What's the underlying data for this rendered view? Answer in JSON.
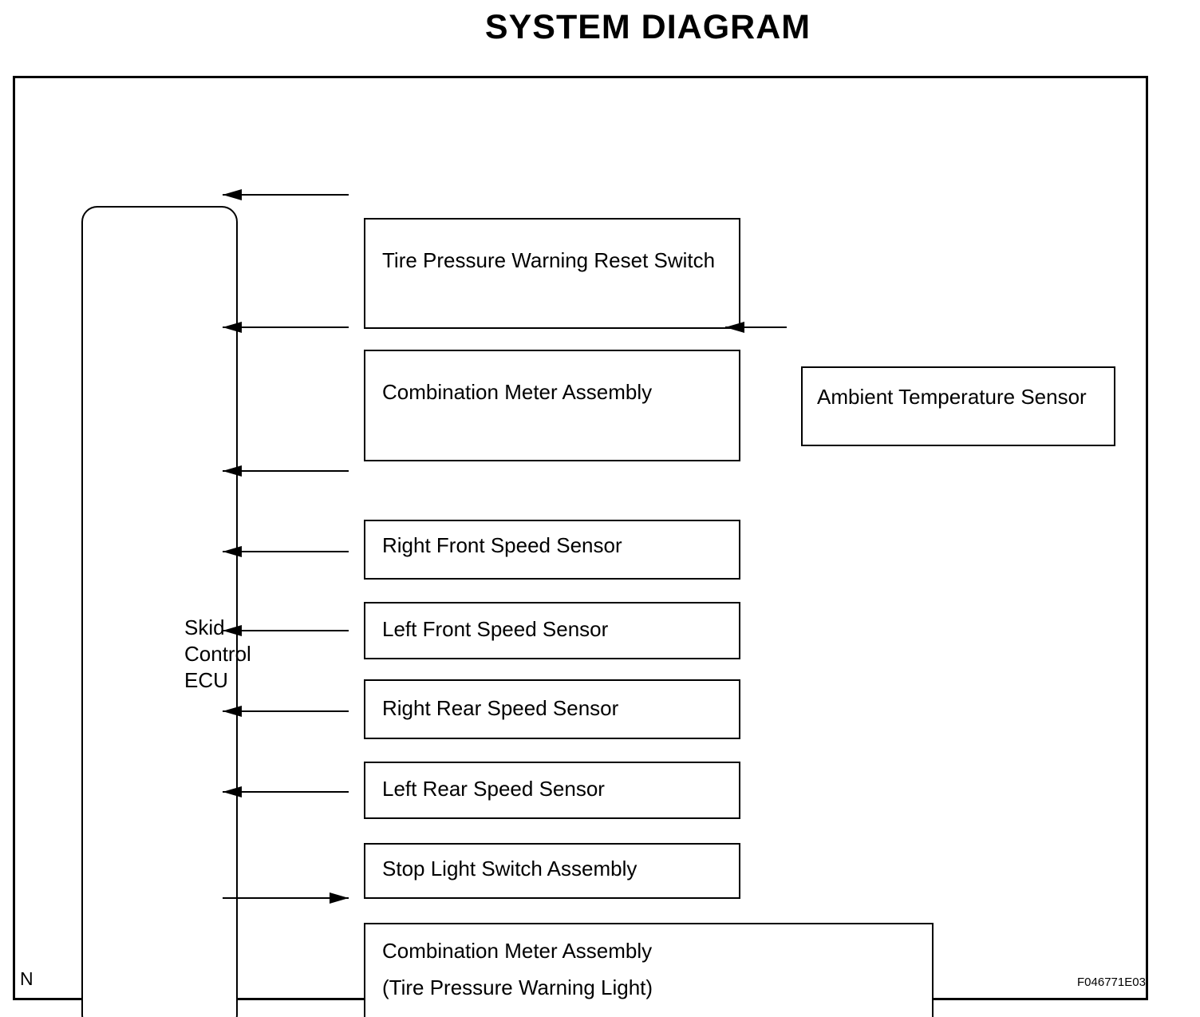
{
  "title": "SYSTEM DIAGRAM",
  "ecu": {
    "label": "Skid\nControl\nECU"
  },
  "nodes": [
    {
      "label": "Tire Pressure Warning Reset Switch"
    },
    {
      "label": "Combination Meter Assembly"
    },
    {
      "label": "Right Front Speed Sensor"
    },
    {
      "label": "Left Front Speed Sensor"
    },
    {
      "label": "Right Rear Speed Sensor"
    },
    {
      "label": "Left Rear Speed Sensor"
    },
    {
      "label": "Stop Light Switch Assembly"
    },
    {
      "label": "Combination Meter Assembly",
      "sublabel": "(Tire Pressure Warning Light)"
    },
    {
      "label": "Ambient Temperature Sensor"
    }
  ],
  "edges": [
    {
      "from": "Tire Pressure Warning Reset Switch",
      "to": "Skid Control ECU",
      "direction": "left"
    },
    {
      "from": "Combination Meter Assembly",
      "to": "Skid Control ECU",
      "direction": "left"
    },
    {
      "from": "Ambient Temperature Sensor",
      "to": "Combination Meter Assembly",
      "direction": "left"
    },
    {
      "from": "Right Front Speed Sensor",
      "to": "Skid Control ECU",
      "direction": "left"
    },
    {
      "from": "Left Front Speed Sensor",
      "to": "Skid Control ECU",
      "direction": "left"
    },
    {
      "from": "Right Rear Speed Sensor",
      "to": "Skid Control ECU",
      "direction": "left"
    },
    {
      "from": "Left Rear Speed Sensor",
      "to": "Skid Control ECU",
      "direction": "left"
    },
    {
      "from": "Stop Light Switch Assembly",
      "to": "Skid Control ECU",
      "direction": "left"
    },
    {
      "from": "Skid Control ECU",
      "to": "Combination Meter Assembly (Tire Pressure Warning Light)",
      "direction": "right"
    }
  ],
  "footer": {
    "page_marker": "N",
    "figure_code": "F046771E03"
  },
  "colors": {
    "line": "#000000",
    "background": "#ffffff"
  }
}
